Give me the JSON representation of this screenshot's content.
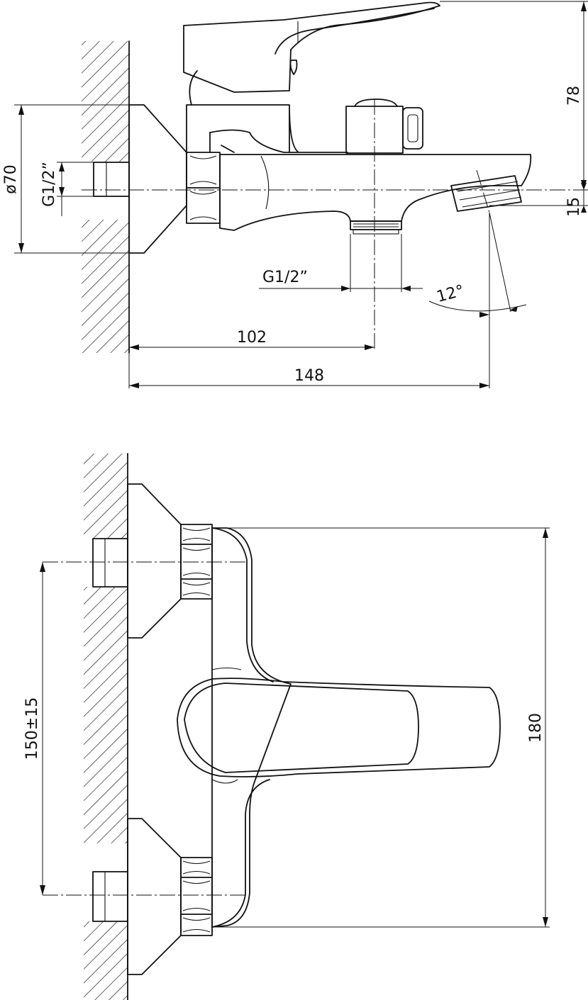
{
  "side_view": {
    "dim_diameter": "ø70",
    "dim_inlet_thread": "G1/2ˮ",
    "dim_outlet_thread": "G1/2ˮ",
    "dim_angle": "12°",
    "dim_78": "78",
    "dim_15": "15",
    "dim_102": "102",
    "dim_148": "148"
  },
  "front_view": {
    "dim_spacing": "150±15",
    "dim_180": "180"
  },
  "colors": {
    "line": "#111111",
    "background": "#ffffff"
  }
}
